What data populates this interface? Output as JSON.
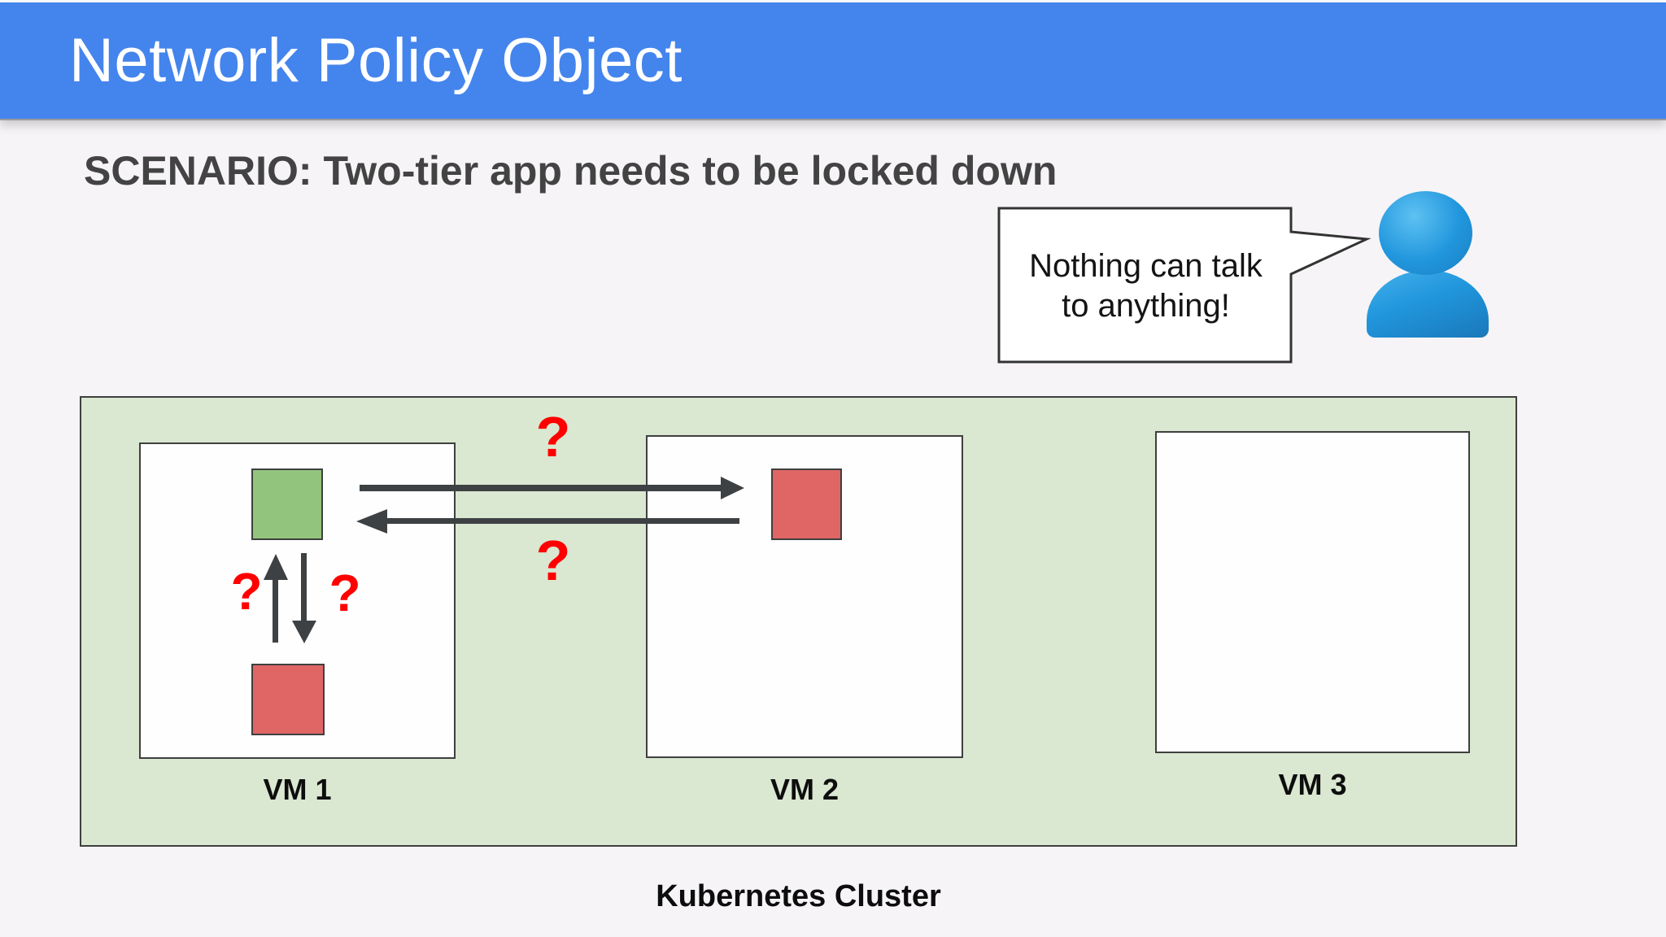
{
  "slide": {
    "header": {
      "title": "Network Policy Object"
    },
    "scenario_heading": "SCENARIO: Two-tier app needs to be locked down",
    "speech_bubble": {
      "lines": [
        "Nothing can talk",
        "to anything!"
      ]
    },
    "cluster": {
      "label": "Kubernetes Cluster",
      "vms": [
        {
          "label": "VM 1"
        },
        {
          "label": "VM 2"
        },
        {
          "label": "VM 3"
        }
      ]
    },
    "glyphs": {
      "question_mark": "?"
    },
    "colors": {
      "header_blue": "#4484ed",
      "page_bg": "#f6f4f7",
      "cluster_green": "#dae7d1",
      "pod_green": "#93c47d",
      "pod_red": "#e06666",
      "arrow_gray": "#3e4143",
      "question_red": "#ff0000",
      "person_blue": "#2196dd",
      "border_dark": "#3f3f3f"
    }
  }
}
